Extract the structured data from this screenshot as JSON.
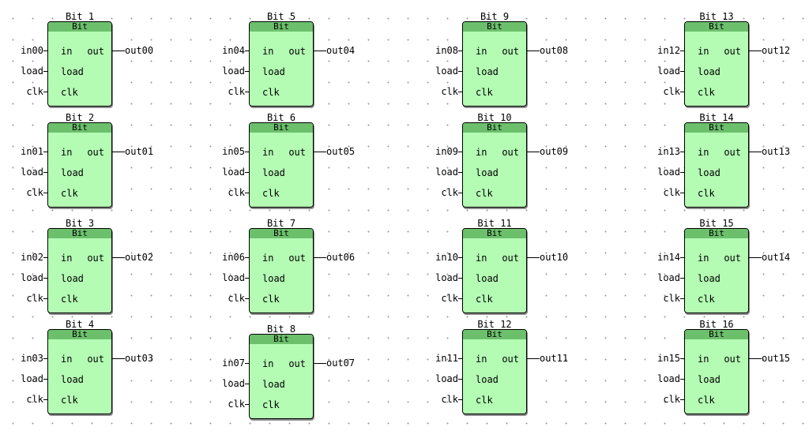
{
  "pin_labels": {
    "in": "in",
    "load": "load",
    "clk": "clk",
    "out": "out"
  },
  "columns": [
    {
      "blocks": [
        {
          "instance": "Bit_1",
          "type": "Bit",
          "in_signal": "in00",
          "load_signal": "load",
          "clk_signal": "clk",
          "out_signal": "out00"
        },
        {
          "instance": "Bit_2",
          "type": "Bit",
          "in_signal": "in01",
          "load_signal": "load",
          "clk_signal": "clk",
          "out_signal": "out01"
        },
        {
          "instance": "Bit_3",
          "type": "Bit",
          "in_signal": "in02",
          "load_signal": "load",
          "clk_signal": "clk",
          "out_signal": "out02"
        },
        {
          "instance": "Bit_4",
          "type": "Bit",
          "in_signal": "in03",
          "load_signal": "load",
          "clk_signal": "clk",
          "out_signal": "out03"
        }
      ]
    },
    {
      "blocks": [
        {
          "instance": "Bit_5",
          "type": "Bit",
          "in_signal": "in04",
          "load_signal": "load",
          "clk_signal": "clk",
          "out_signal": "out04"
        },
        {
          "instance": "Bit_6",
          "type": "Bit",
          "in_signal": "in05",
          "load_signal": "load",
          "clk_signal": "clk",
          "out_signal": "out05"
        },
        {
          "instance": "Bit_7",
          "type": "Bit",
          "in_signal": "in06",
          "load_signal": "load",
          "clk_signal": "clk",
          "out_signal": "out06"
        },
        {
          "instance": "Bit_8",
          "type": "Bit",
          "in_signal": "in07",
          "load_signal": "load",
          "clk_signal": "clk",
          "out_signal": "out07"
        }
      ]
    },
    {
      "blocks": [
        {
          "instance": "Bit_9",
          "type": "Bit",
          "in_signal": "in08",
          "load_signal": "load",
          "clk_signal": "clk",
          "out_signal": "out08"
        },
        {
          "instance": "Bit_10",
          "type": "Bit",
          "in_signal": "in09",
          "load_signal": "load",
          "clk_signal": "clk",
          "out_signal": "out09"
        },
        {
          "instance": "Bit_11",
          "type": "Bit",
          "in_signal": "in10",
          "load_signal": "load",
          "clk_signal": "clk",
          "out_signal": "out10"
        },
        {
          "instance": "Bit_12",
          "type": "Bit",
          "in_signal": "in11",
          "load_signal": "load",
          "clk_signal": "clk",
          "out_signal": "out11"
        }
      ]
    },
    {
      "blocks": [
        {
          "instance": "Bit_13",
          "type": "Bit",
          "in_signal": "in12",
          "load_signal": "load",
          "clk_signal": "clk",
          "out_signal": "out12"
        },
        {
          "instance": "Bit_14",
          "type": "Bit",
          "in_signal": "in13",
          "load_signal": "load",
          "clk_signal": "clk",
          "out_signal": "out13"
        },
        {
          "instance": "Bit_15",
          "type": "Bit",
          "in_signal": "in14",
          "load_signal": "load",
          "clk_signal": "clk",
          "out_signal": "out14"
        },
        {
          "instance": "Bit_16",
          "type": "Bit",
          "in_signal": "in15",
          "load_signal": "load",
          "clk_signal": "clk",
          "out_signal": "out15"
        }
      ]
    }
  ]
}
